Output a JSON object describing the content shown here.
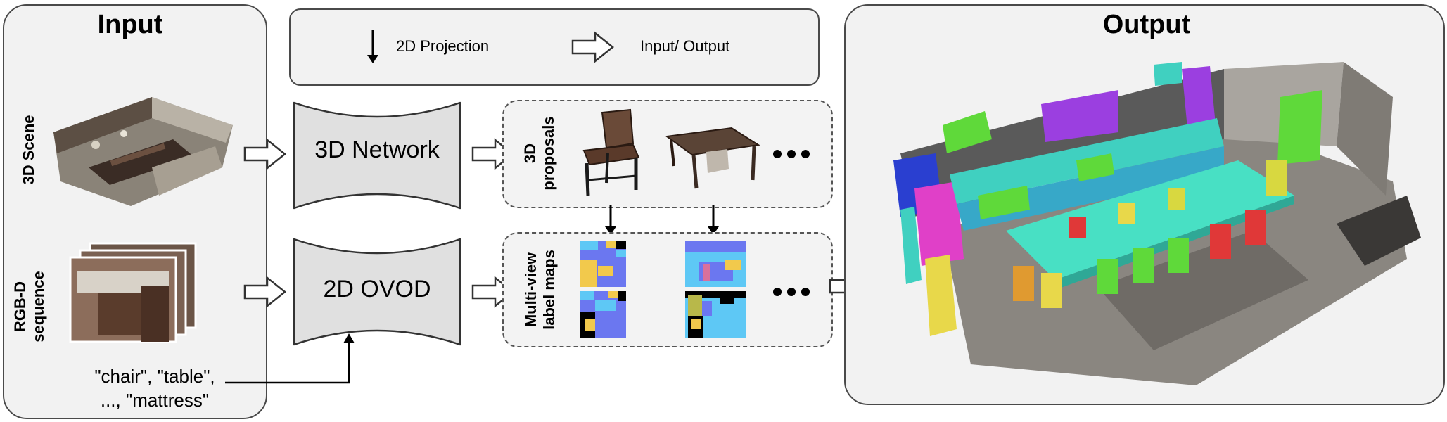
{
  "input": {
    "title": "Input",
    "scene_label": "3D Scene",
    "rgbd_label_line1": "RGB-D",
    "rgbd_label_line2": "sequence",
    "query_line1": "\"chair\", \"table\",",
    "query_line2": "..., \"mattress\""
  },
  "legend": {
    "projection_label": "2D Projection",
    "io_label": "Input/ Output"
  },
  "networks": {
    "network3d_label": "3D Network",
    "ovod_label": "2D OVOD"
  },
  "proposals": {
    "label_line1": "3D",
    "label_line2": "proposals"
  },
  "label_maps": {
    "label_line1": "Multi-view",
    "label_line2": "label maps"
  },
  "output": {
    "title": "Output"
  },
  "icons": {
    "ellipsis": "ellipsis-icon",
    "down_arrow": "down-arrow-icon",
    "hollow_arrow": "hollow-arrow-icon"
  },
  "colors": {
    "label_map_blue": "#6b77f0",
    "label_map_light": "#5ec8f5",
    "label_map_yellow": "#f2c94c",
    "label_map_olive": "#b8b84a",
    "label_map_pink": "#d9709c",
    "label_map_black": "#000000",
    "mesh_teal": "#40d0c0",
    "mesh_purple": "#9b3fe0",
    "mesh_green": "#5fd93a",
    "mesh_magenta": "#e040c8",
    "mesh_blue": "#2a3fd0"
  }
}
